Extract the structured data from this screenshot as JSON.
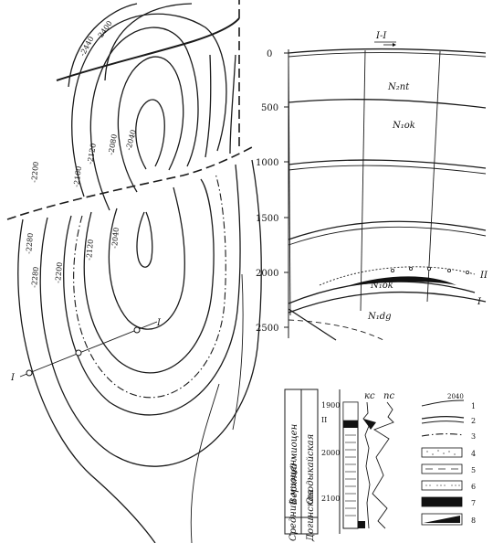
{
  "map": {
    "contour_labels": [
      "-2440",
      "-2400",
      "-2040",
      "-2080",
      "-2120",
      "-2160",
      "-2200",
      "-2280",
      "-2040",
      "-2120",
      "-2200",
      "-2280"
    ],
    "section_line": {
      "start": "I",
      "end": "I"
    }
  },
  "section": {
    "title": "I-I",
    "depth_ticks": [
      "0",
      "500",
      "1000",
      "1500",
      "2000",
      "2500"
    ],
    "formations": [
      "N₂nt",
      "N₁ok",
      "N₁ok",
      "N₁dg"
    ],
    "horizon_labels": [
      "II",
      "I"
    ]
  },
  "column": {
    "series_label": "Верхний миоцен",
    "stage_label": "Окодыкайская",
    "lower_series_label": "Средний миоцен",
    "lower_stage_label": "Догинская",
    "depths": [
      "1900",
      "2000",
      "2100"
    ],
    "marker_label": "II",
    "log_labels": [
      "кс",
      "пс"
    ]
  },
  "legend": {
    "contour_sample": "2040",
    "items": [
      "1",
      "2",
      "3",
      "4",
      "5",
      "6",
      "7",
      "8"
    ]
  }
}
